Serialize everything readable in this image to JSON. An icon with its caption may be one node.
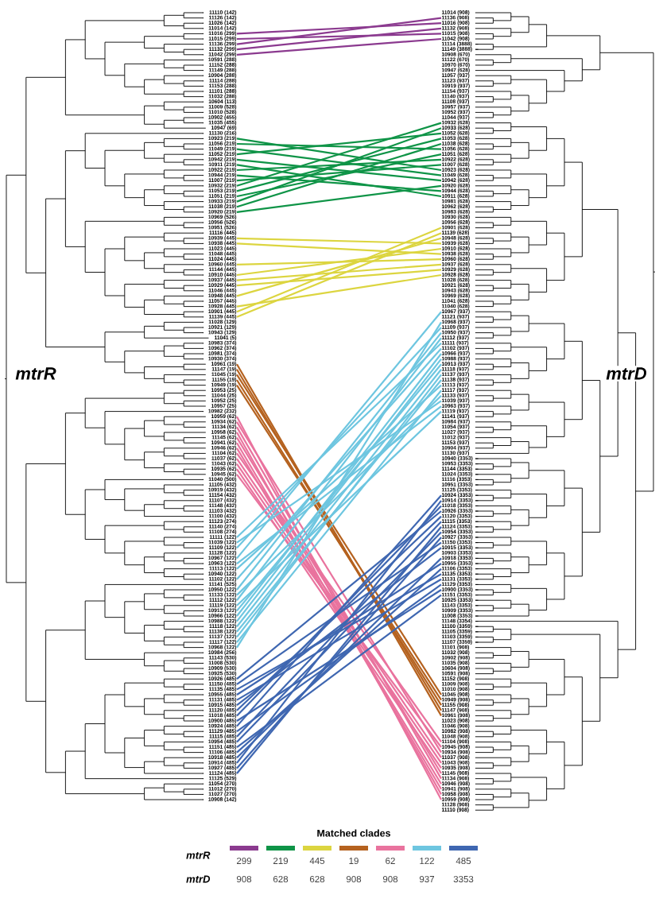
{
  "diagram": {
    "nodes": [
      {
        "text": [
          "11110 (142)"
        ]
      },
      {
        "text": [
          "11126 (142)"
        ]
      },
      {
        "text": [
          "11026 (142)"
        ]
      },
      {
        "text": [
          "11014 (142)"
        ]
      },
      {
        "text": [
          "11016 (299)"
        ]
      },
      {
        "text": [
          "11015 (299)"
        ]
      },
      {
        "text": [
          "11136 (299)"
        ]
      },
      {
        "text": [
          "11132 (299)"
        ]
      },
      {
        "text": [
          "11042 (299)"
        ]
      },
      {
        "text": [
          "10591 (288)"
        ]
      },
      {
        "text": [
          "11152 (288)"
        ]
      },
      {
        "text": [
          "11149 (288)"
        ]
      },
      {
        "text": [
          "10904 (288)"
        ]
      },
      {
        "text": [
          "11114 (288)"
        ]
      },
      {
        "text": [
          "11153 (288)"
        ]
      },
      {
        "text": [
          "11101 (288)"
        ]
      },
      {
        "text": [
          "11032 (288)"
        ]
      },
      {
        "text": [
          "10604 (113)"
        ]
      },
      {
        "text": [
          "11009 (528)"
        ]
      },
      {
        "text": [
          "11010 (528)"
        ]
      },
      {
        "text": [
          "10902 (455)"
        ]
      },
      {
        "text": [
          "11035 (455)"
        ]
      },
      {
        "text": [
          "10947 (69)"
        ]
      },
      {
        "text": [
          "11130 (216)"
        ]
      },
      {
        "text": [
          "10923 (219)"
        ]
      },
      {
        "text": [
          "11056 (219)"
        ]
      },
      {
        "text": [
          "11049 (219)"
        ]
      },
      {
        "text": [
          "11052 (219)"
        ]
      },
      {
        "text": [
          "10942 (219)"
        ]
      },
      {
        "text": [
          "10911 (219)"
        ]
      },
      {
        "text": [
          "10922 (219)"
        ]
      },
      {
        "text": [
          "10944 (219)"
        ]
      },
      {
        "text": [
          "11007 (219)"
        ]
      },
      {
        "text": [
          "10932 (219)"
        ]
      },
      {
        "text": [
          "11053 (219)"
        ]
      },
      {
        "text": [
          "11051 (219)"
        ]
      },
      {
        "text": [
          "10933 (219)"
        ]
      },
      {
        "text": [
          "11038 (219)"
        ]
      },
      {
        "text": [
          "10920 (219)"
        ]
      },
      {
        "text": [
          "10969 (526)"
        ]
      },
      {
        "text": [
          "10956 (526)"
        ]
      },
      {
        "text": [
          "10951 (526)"
        ]
      },
      {
        "text": [
          "11116 (445)"
        ]
      },
      {
        "text": [
          "10939 (445)"
        ]
      },
      {
        "text": [
          "10938 (445)"
        ]
      },
      {
        "text": [
          "11023 (445)"
        ]
      },
      {
        "text": [
          "11048 (445)"
        ]
      },
      {
        "text": [
          "11024 (445)"
        ]
      },
      {
        "text": [
          "10960 (445)"
        ]
      },
      {
        "text": [
          "11144 (445)"
        ]
      },
      {
        "text": [
          "10910 (445)"
        ]
      },
      {
        "text": [
          "10937 (445)"
        ]
      },
      {
        "text": [
          "10929 (445)"
        ]
      },
      {
        "text": [
          "11046 (445)"
        ]
      },
      {
        "text": [
          "10948 (445)"
        ]
      },
      {
        "text": [
          "11057 (445)"
        ]
      },
      {
        "text": [
          "10928 (445)"
        ]
      },
      {
        "text": [
          "10901 (445)"
        ]
      },
      {
        "text": [
          "11139 (445)"
        ]
      },
      {
        "text": [
          "11028 (129)"
        ]
      },
      {
        "text": [
          "10921 (129)"
        ]
      },
      {
        "text": [
          "10943 (129)"
        ]
      },
      {
        "text": [
          "11041 (5)"
        ]
      },
      {
        "text": [
          "10983 (374)"
        ]
      },
      {
        "text": [
          "10962 (374)"
        ]
      },
      {
        "text": [
          "10981 (374)"
        ]
      },
      {
        "text": [
          "10930 (374)"
        ]
      },
      {
        "text": [
          "10961 (19)"
        ]
      },
      {
        "text": [
          "11147 (19)"
        ]
      },
      {
        "text": [
          "11045 (19)"
        ]
      },
      {
        "text": [
          "11155 (19)"
        ]
      },
      {
        "text": [
          "10949 (19)"
        ]
      },
      {
        "text": [
          "10953 (25)"
        ]
      },
      {
        "text": [
          "11044 (25)"
        ]
      },
      {
        "text": [
          "10952 (25)"
        ]
      },
      {
        "text": [
          "10957 (25)"
        ]
      },
      {
        "text": [
          "10982 (232)"
        ]
      },
      {
        "text": [
          "10959 (62)"
        ]
      },
      {
        "text": [
          "10934 (62)"
        ]
      },
      {
        "text": [
          "11134 (62)"
        ]
      },
      {
        "text": [
          "10958 (62)"
        ]
      },
      {
        "text": [
          "11145 (62)"
        ]
      },
      {
        "text": [
          "10941 (62)"
        ]
      },
      {
        "text": [
          "10946 (62)"
        ]
      },
      {
        "text": [
          "11104 (62)"
        ]
      },
      {
        "text": [
          "11037 (62)"
        ]
      },
      {
        "text": [
          "11043 (62)"
        ]
      },
      {
        "text": [
          "10935 (62)"
        ]
      },
      {
        "text": [
          "10945 (62)"
        ]
      },
      {
        "text": [
          "11040 (500)"
        ]
      },
      {
        "text": [
          "11105 (432)"
        ]
      },
      {
        "text": [
          "10919 (432)"
        ]
      },
      {
        "text": [
          "11154 (432)"
        ]
      },
      {
        "text": [
          "11107 (432)"
        ]
      },
      {
        "text": [
          "11148 (432)"
        ]
      },
      {
        "text": [
          "11103 (432)"
        ]
      },
      {
        "text": [
          "11100 (432)"
        ]
      },
      {
        "text": [
          "11123 (274)"
        ]
      },
      {
        "text": [
          "11140 (274)"
        ]
      },
      {
        "text": [
          "11108 (274)"
        ]
      },
      {
        "text": [
          "11111 (122)"
        ]
      },
      {
        "text": [
          "11039 (122)"
        ]
      },
      {
        "text": [
          "11109 (122)"
        ]
      },
      {
        "text": [
          "11128 (122)"
        ]
      },
      {
        "text": [
          "10967 (122)"
        ]
      },
      {
        "text": [
          "10963 (122)"
        ]
      },
      {
        "text": [
          "11113 (122)"
        ]
      },
      {
        "text": [
          "10940 (122)"
        ]
      },
      {
        "text": [
          "11102 (122)"
        ]
      },
      {
        "text": [
          "11141 (525)"
        ]
      },
      {
        "text": [
          "10950 (122)"
        ]
      },
      {
        "text": [
          "11133 (122)"
        ]
      },
      {
        "text": [
          "11112 (122)"
        ]
      },
      {
        "text": [
          "11119 (122)"
        ]
      },
      {
        "text": [
          "10913 (122)"
        ]
      },
      {
        "text": [
          "10966 (122)"
        ]
      },
      {
        "text": [
          "10988 (122)"
        ]
      },
      {
        "text": [
          "11118 (122)"
        ]
      },
      {
        "text": [
          "11138 (122)"
        ]
      },
      {
        "text": [
          "11137 (122)"
        ]
      },
      {
        "text": [
          "11117 (122)"
        ]
      },
      {
        "text": [
          "10968 (122)"
        ]
      },
      {
        "text": [
          "10984 (256)"
        ]
      },
      {
        "text": [
          "11143 (530)"
        ]
      },
      {
        "text": [
          "11008 (530)"
        ]
      },
      {
        "text": [
          "10909 (530)"
        ]
      },
      {
        "text": [
          "10925 (530)"
        ]
      },
      {
        "text": [
          "10926 (485)"
        ]
      },
      {
        "text": [
          "11150 (485)"
        ]
      },
      {
        "text": [
          "11135 (485)"
        ]
      },
      {
        "text": [
          "10955 (485)"
        ]
      },
      {
        "text": [
          "11131 (485)"
        ]
      },
      {
        "text": [
          "10915 (485)"
        ]
      },
      {
        "text": [
          "11120 (485)"
        ]
      },
      {
        "text": [
          "11018 (485)"
        ]
      },
      {
        "text": [
          "10900 (485)"
        ]
      },
      {
        "text": [
          "10924 (485)"
        ]
      },
      {
        "text": [
          "11129 (485)"
        ]
      },
      {
        "text": [
          "11115 (485)"
        ]
      },
      {
        "text": [
          "10954 (485)"
        ]
      },
      {
        "text": [
          "11151 (485)"
        ]
      },
      {
        "text": [
          "11106 (485)"
        ]
      },
      {
        "text": [
          "10918 (485)"
        ]
      },
      {
        "text": [
          "10914 (485)"
        ]
      },
      {
        "text": [
          "10927 (485)"
        ]
      },
      {
        "text": [
          "11124 (485)"
        ]
      },
      {
        "text": [
          "11125 (529)"
        ]
      },
      {
        "text": [
          "11054 (270)"
        ]
      },
      {
        "text": [
          "11012 (270)"
        ]
      },
      {
        "text": [
          "11027 (270)"
        ]
      },
      {
        "text": [
          "10908 (142)"
        ]
      },
      {
        "text": [
          "11014 (908)"
        ]
      },
      {
        "text": [
          "11136 (908)"
        ]
      },
      {
        "text": [
          "11016 (908)"
        ]
      },
      {
        "text": [
          "11132 (908)"
        ]
      },
      {
        "text": [
          "11015 (908)"
        ]
      },
      {
        "text": [
          "11042 (908)"
        ]
      },
      {
        "text": [
          "11114 (3888)"
        ]
      },
      {
        "text": [
          "11149 (3888)"
        ]
      },
      {
        "text": [
          "10908 (670)"
        ]
      },
      {
        "text": [
          "11122 (670)"
        ]
      },
      {
        "text": [
          "10970 (670)"
        ]
      },
      {
        "text": [
          "10947 (628)"
        ]
      },
      {
        "text": [
          "11057 (937)"
        ]
      },
      {
        "text": [
          "11123 (937)"
        ]
      },
      {
        "text": [
          "10919 (937)"
        ]
      },
      {
        "text": [
          "11154 (937)"
        ]
      },
      {
        "text": [
          "11140 (937)"
        ]
      },
      {
        "text": [
          "11108 (937)"
        ]
      },
      {
        "text": [
          "10957 (937)"
        ]
      },
      {
        "text": [
          "10952 (937)"
        ]
      },
      {
        "text": [
          "11044 (937)"
        ]
      },
      {
        "text": [
          "10932 (628)"
        ]
      },
      {
        "text": [
          "10933 (628)"
        ]
      },
      {
        "text": [
          "11052 (628)"
        ]
      },
      {
        "text": [
          "11053 (628)"
        ]
      },
      {
        "text": [
          "11038 (628)"
        ]
      },
      {
        "text": [
          "11056 (628)"
        ]
      },
      {
        "text": [
          "11051 (628)"
        ]
      },
      {
        "text": [
          "10922 (628)"
        ]
      },
      {
        "text": [
          "11007 (628)"
        ]
      },
      {
        "text": [
          "10923 (628)"
        ]
      },
      {
        "text": [
          "11049 (628)"
        ]
      },
      {
        "text": [
          "10942 (628)"
        ]
      },
      {
        "text": [
          "10920 (628)"
        ]
      },
      {
        "text": [
          "10944 (628)"
        ]
      },
      {
        "text": [
          "10911 (628)"
        ]
      },
      {
        "text": [
          "10981 (628)"
        ]
      },
      {
        "text": [
          "10962 (628)"
        ]
      },
      {
        "text": [
          "10983 (628)"
        ]
      },
      {
        "text": [
          "10930 (628)"
        ]
      },
      {
        "text": [
          "10956 (628)"
        ]
      },
      {
        "text": [
          "10901 (628)"
        ]
      },
      {
        "text": [
          "11139 (628)"
        ]
      },
      {
        "text": [
          "10948 (628)"
        ]
      },
      {
        "text": [
          "10939 (628)"
        ]
      },
      {
        "text": [
          "10910 (628)"
        ]
      },
      {
        "text": [
          "10938 (628)"
        ]
      },
      {
        "text": [
          "10960 (628)"
        ]
      },
      {
        "text": [
          "10937 (628)"
        ]
      },
      {
        "text": [
          "10929 (628)"
        ]
      },
      {
        "text": [
          "10928 (628)"
        ]
      },
      {
        "text": [
          "11028 (628)"
        ]
      },
      {
        "text": [
          "10921 (628)"
        ]
      },
      {
        "text": [
          "10943 (628)"
        ]
      },
      {
        "text": [
          "10969 (628)"
        ]
      },
      {
        "text": [
          "11041 (628)"
        ]
      },
      {
        "text": [
          "11040 (628)"
        ]
      },
      {
        "text": [
          "10967 (937)"
        ]
      },
      {
        "text": [
          "11121 (937)"
        ]
      },
      {
        "text": [
          "10968 (937)"
        ]
      },
      {
        "text": [
          "11109 (937)"
        ]
      },
      {
        "text": [
          "10950 (937)"
        ]
      },
      {
        "text": [
          "11112 (937)"
        ]
      },
      {
        "text": [
          "11111 (937)"
        ]
      },
      {
        "text": [
          "11102 (937)"
        ]
      },
      {
        "text": [
          "10966 (937)"
        ]
      },
      {
        "text": [
          "10988 (937)"
        ]
      },
      {
        "text": [
          "10913 (937)"
        ]
      },
      {
        "text": [
          "11118 (937)"
        ]
      },
      {
        "text": [
          "11137 (937)"
        ]
      },
      {
        "text": [
          "11138 (937)"
        ]
      },
      {
        "text": [
          "11113 (937)"
        ]
      },
      {
        "text": [
          "11117 (937)"
        ]
      },
      {
        "text": [
          "11133 (937)"
        ]
      },
      {
        "text": [
          "11039 (937)"
        ]
      },
      {
        "text": [
          "10963 (937)"
        ]
      },
      {
        "text": [
          "11119 (937)"
        ]
      },
      {
        "text": [
          "11141 (937)"
        ]
      },
      {
        "text": [
          "10984 (937)"
        ]
      },
      {
        "text": [
          "11054 (937)"
        ]
      },
      {
        "text": [
          "11027 (937)"
        ]
      },
      {
        "text": [
          "11012 (937)"
        ]
      },
      {
        "text": [
          "11153 (937)"
        ]
      },
      {
        "text": [
          "10904 (937)"
        ]
      },
      {
        "text": [
          "11130 (937)"
        ]
      },
      {
        "text": [
          "10940 (3353)"
        ]
      },
      {
        "text": [
          "10953 (3353)"
        ]
      },
      {
        "text": [
          "11144 (3353)"
        ]
      },
      {
        "text": [
          "11024 (3353)"
        ]
      },
      {
        "text": [
          "11116 (3353)"
        ]
      },
      {
        "text": [
          "10951 (3353)"
        ]
      },
      {
        "text": [
          "11125 (3353)"
        ]
      },
      {
        "text": [
          "10924 (3353)"
        ]
      },
      {
        "text": [
          "10914 (3353)"
        ]
      },
      {
        "text": [
          "11018 (3353)"
        ]
      },
      {
        "text": [
          "10926 (3353)"
        ]
      },
      {
        "text": [
          "11120 (3353)"
        ]
      },
      {
        "text": [
          "11115 (3353)"
        ]
      },
      {
        "text": [
          "11124 (3353)"
        ]
      },
      {
        "text": [
          "10954 (3353)"
        ]
      },
      {
        "text": [
          "10927 (3353)"
        ]
      },
      {
        "text": [
          "11150 (3353)"
        ]
      },
      {
        "text": [
          "10915 (3353)"
        ]
      },
      {
        "text": [
          "10903 (3353)"
        ]
      },
      {
        "text": [
          "10918 (3353)"
        ]
      },
      {
        "text": [
          "10955 (3353)"
        ]
      },
      {
        "text": [
          "11106 (3353)"
        ]
      },
      {
        "text": [
          "11135 (3353)"
        ]
      },
      {
        "text": [
          "11131 (3353)"
        ]
      },
      {
        "text": [
          "11129 (3353)"
        ]
      },
      {
        "text": [
          "10900 (3353)"
        ]
      },
      {
        "text": [
          "11151 (3353)"
        ]
      },
      {
        "text": [
          "10925 (3353)"
        ]
      },
      {
        "text": [
          "11143 (3353)"
        ]
      },
      {
        "text": [
          "10909 (3353)"
        ]
      },
      {
        "text": [
          "11008 (3353)"
        ]
      },
      {
        "text": [
          "11148 (3354)"
        ]
      },
      {
        "text": [
          "11100 (3359)"
        ]
      },
      {
        "text": [
          "11105 (3359)"
        ]
      },
      {
        "text": [
          "11103 (3359)"
        ]
      },
      {
        "text": [
          "11107 (3359)"
        ]
      },
      {
        "text": [
          "11101 (908)"
        ]
      },
      {
        "text": [
          "11032 (908)"
        ]
      },
      {
        "text": [
          "10902 (908)"
        ]
      },
      {
        "text": [
          "11035 (908)"
        ]
      },
      {
        "text": [
          "10604 (908)"
        ]
      },
      {
        "text": [
          "10591 (908)"
        ]
      },
      {
        "text": [
          "11152 (908)"
        ]
      },
      {
        "text": [
          "11009 (908)"
        ]
      },
      {
        "text": [
          "11010 (908)"
        ]
      },
      {
        "text": [
          "11045 (908)"
        ]
      },
      {
        "text": [
          "10949 (908)"
        ]
      },
      {
        "text": [
          "11155 (908)"
        ]
      },
      {
        "text": [
          "11147 (908)"
        ]
      },
      {
        "text": [
          "10961 (908)"
        ]
      },
      {
        "text": [
          "11023 (908)"
        ]
      },
      {
        "text": [
          "11046 (908)"
        ]
      },
      {
        "text": [
          "10982 (908)"
        ]
      },
      {
        "text": [
          "11048 (908)"
        ]
      },
      {
        "text": [
          "11104 (908)"
        ]
      },
      {
        "text": [
          "10945 (908)"
        ]
      },
      {
        "text": [
          "10934 (908)"
        ]
      },
      {
        "text": [
          "11037 (908)"
        ]
      },
      {
        "text": [
          "11043 (908)"
        ]
      },
      {
        "text": [
          "10935 (908)"
        ]
      },
      {
        "text": [
          "11145 (908)"
        ]
      },
      {
        "text": [
          "11134 (908)"
        ]
      },
      {
        "text": [
          "10946 (908)"
        ]
      },
      {
        "text": [
          "10941 (908)"
        ]
      },
      {
        "text": [
          "10958 (908)"
        ]
      },
      {
        "text": [
          "10959 (908)"
        ]
      },
      {
        "text": [
          "11128 (908)"
        ]
      },
      {
        "text": [
          "11110 (908)"
        ]
      }
    ],
    "edges": [
      {
        "from": 4,
        "to": 153,
        "arrow": "none",
        "color": "#8b3a8f"
      },
      {
        "from": 5,
        "to": 155,
        "arrow": "none",
        "color": "#8b3a8f"
      },
      {
        "from": 6,
        "to": 152,
        "arrow": "none",
        "color": "#8b3a8f"
      },
      {
        "from": 7,
        "to": 154,
        "arrow": "none",
        "color": "#8b3a8f"
      },
      {
        "from": 8,
        "to": 156,
        "arrow": "none",
        "color": "#8b3a8f"
      },
      {
        "from": 24,
        "to": 181,
        "arrow": "none",
        "color": "#0f9447"
      },
      {
        "from": 25,
        "to": 177,
        "arrow": "none",
        "color": "#0f9447"
      },
      {
        "from": 26,
        "to": 182,
        "arrow": "none",
        "color": "#0f9447"
      },
      {
        "from": 27,
        "to": 174,
        "arrow": "none",
        "color": "#0f9447"
      },
      {
        "from": 28,
        "to": 183,
        "arrow": "none",
        "color": "#0f9447"
      },
      {
        "from": 29,
        "to": 186,
        "arrow": "none",
        "color": "#0f9447"
      },
      {
        "from": 30,
        "to": 179,
        "arrow": "none",
        "color": "#0f9447"
      },
      {
        "from": 31,
        "to": 185,
        "arrow": "none",
        "color": "#0f9447"
      },
      {
        "from": 32,
        "to": 180,
        "arrow": "none",
        "color": "#0f9447"
      },
      {
        "from": 33,
        "to": 172,
        "arrow": "none",
        "color": "#0f9447"
      },
      {
        "from": 34,
        "to": 175,
        "arrow": "none",
        "color": "#0f9447"
      },
      {
        "from": 35,
        "to": 178,
        "arrow": "none",
        "color": "#0f9447"
      },
      {
        "from": 36,
        "to": 173,
        "arrow": "none",
        "color": "#0f9447"
      },
      {
        "from": 37,
        "to": 176,
        "arrow": "none",
        "color": "#0f9447"
      },
      {
        "from": 38,
        "to": 184,
        "arrow": "none",
        "color": "#0f9447"
      },
      {
        "from": 43,
        "to": 195,
        "arrow": "none",
        "color": "#dcd540"
      },
      {
        "from": 44,
        "to": 197,
        "arrow": "none",
        "color": "#dcd540"
      },
      {
        "from": 48,
        "to": 198,
        "arrow": "none",
        "color": "#dcd540"
      },
      {
        "from": 50,
        "to": 196,
        "arrow": "none",
        "color": "#dcd540"
      },
      {
        "from": 51,
        "to": 199,
        "arrow": "none",
        "color": "#dcd540"
      },
      {
        "from": 52,
        "to": 200,
        "arrow": "none",
        "color": "#dcd540"
      },
      {
        "from": 54,
        "to": 194,
        "arrow": "none",
        "color": "#dcd540"
      },
      {
        "from": 56,
        "to": 201,
        "arrow": "none",
        "color": "#dcd540"
      },
      {
        "from": 57,
        "to": 192,
        "arrow": "none",
        "color": "#dcd540"
      },
      {
        "from": 58,
        "to": 193,
        "arrow": "none",
        "color": "#dcd540"
      },
      {
        "from": 67,
        "to": 285,
        "arrow": "none",
        "color": "#b5621f"
      },
      {
        "from": 68,
        "to": 284,
        "arrow": "none",
        "color": "#b5621f"
      },
      {
        "from": 69,
        "to": 281,
        "arrow": "none",
        "color": "#b5621f"
      },
      {
        "from": 70,
        "to": 283,
        "arrow": "none",
        "color": "#b5621f"
      },
      {
        "from": 71,
        "to": 282,
        "arrow": "none",
        "color": "#b5621f"
      },
      {
        "from": 77,
        "to": 301,
        "arrow": "none",
        "color": "#e9739e"
      },
      {
        "from": 78,
        "to": 292,
        "arrow": "none",
        "color": "#e9739e"
      },
      {
        "from": 79,
        "to": 297,
        "arrow": "none",
        "color": "#e9739e"
      },
      {
        "from": 80,
        "to": 300,
        "arrow": "none",
        "color": "#e9739e"
      },
      {
        "from": 81,
        "to": 296,
        "arrow": "none",
        "color": "#e9739e"
      },
      {
        "from": 82,
        "to": 299,
        "arrow": "none",
        "color": "#e9739e"
      },
      {
        "from": 83,
        "to": 298,
        "arrow": "none",
        "color": "#e9739e"
      },
      {
        "from": 84,
        "to": 290,
        "arrow": "none",
        "color": "#e9739e"
      },
      {
        "from": 85,
        "to": 293,
        "arrow": "none",
        "color": "#e9739e"
      },
      {
        "from": 86,
        "to": 294,
        "arrow": "none",
        "color": "#e9739e"
      },
      {
        "from": 87,
        "to": 295,
        "arrow": "none",
        "color": "#e9739e"
      },
      {
        "from": 88,
        "to": 291,
        "arrow": "none",
        "color": "#e9739e"
      },
      {
        "from": 100,
        "to": 214,
        "arrow": "none",
        "color": "#6ec6e0"
      },
      {
        "from": 101,
        "to": 225,
        "arrow": "none",
        "color": "#6ec6e0"
      },
      {
        "from": 102,
        "to": 211,
        "arrow": "none",
        "color": "#6ec6e0"
      },
      {
        "from": 104,
        "to": 208,
        "arrow": "none",
        "color": "#6ec6e0"
      },
      {
        "from": 105,
        "to": 226,
        "arrow": "none",
        "color": "#6ec6e0"
      },
      {
        "from": 106,
        "to": 222,
        "arrow": "none",
        "color": "#6ec6e0"
      },
      {
        "from": 108,
        "to": 215,
        "arrow": "none",
        "color": "#6ec6e0"
      },
      {
        "from": 110,
        "to": 212,
        "arrow": "none",
        "color": "#6ec6e0"
      },
      {
        "from": 111,
        "to": 224,
        "arrow": "none",
        "color": "#6ec6e0"
      },
      {
        "from": 112,
        "to": 213,
        "arrow": "none",
        "color": "#6ec6e0"
      },
      {
        "from": 113,
        "to": 227,
        "arrow": "none",
        "color": "#6ec6e0"
      },
      {
        "from": 114,
        "to": 218,
        "arrow": "none",
        "color": "#6ec6e0"
      },
      {
        "from": 115,
        "to": 216,
        "arrow": "none",
        "color": "#6ec6e0"
      },
      {
        "from": 116,
        "to": 217,
        "arrow": "none",
        "color": "#6ec6e0"
      },
      {
        "from": 117,
        "to": 219,
        "arrow": "none",
        "color": "#6ec6e0"
      },
      {
        "from": 118,
        "to": 221,
        "arrow": "none",
        "color": "#6ec6e0"
      },
      {
        "from": 119,
        "to": 220,
        "arrow": "none",
        "color": "#6ec6e0"
      },
      {
        "from": 120,
        "to": 223,
        "arrow": "none",
        "color": "#6ec6e0"
      },
      {
        "from": 121,
        "to": 210,
        "arrow": "none",
        "color": "#6ec6e0"
      },
      {
        "from": 127,
        "to": 246,
        "arrow": "none",
        "color": "#3f67b1"
      },
      {
        "from": 128,
        "to": 252,
        "arrow": "none",
        "color": "#3f67b1"
      },
      {
        "from": 129,
        "to": 258,
        "arrow": "none",
        "color": "#3f67b1"
      },
      {
        "from": 130,
        "to": 256,
        "arrow": "none",
        "color": "#3f67b1"
      },
      {
        "from": 131,
        "to": 259,
        "arrow": "none",
        "color": "#3f67b1"
      },
      {
        "from": 132,
        "to": 253,
        "arrow": "none",
        "color": "#3f67b1"
      },
      {
        "from": 133,
        "to": 247,
        "arrow": "none",
        "color": "#3f67b1"
      },
      {
        "from": 134,
        "to": 245,
        "arrow": "none",
        "color": "#3f67b1"
      },
      {
        "from": 135,
        "to": 261,
        "arrow": "none",
        "color": "#3f67b1"
      },
      {
        "from": 136,
        "to": 243,
        "arrow": "none",
        "color": "#3f67b1"
      },
      {
        "from": 137,
        "to": 260,
        "arrow": "none",
        "color": "#3f67b1"
      },
      {
        "from": 138,
        "to": 248,
        "arrow": "none",
        "color": "#3f67b1"
      },
      {
        "from": 139,
        "to": 250,
        "arrow": "none",
        "color": "#3f67b1"
      },
      {
        "from": 140,
        "to": 262,
        "arrow": "none",
        "color": "#3f67b1"
      },
      {
        "from": 141,
        "to": 257,
        "arrow": "none",
        "color": "#3f67b1"
      },
      {
        "from": 142,
        "to": 255,
        "arrow": "none",
        "color": "#3f67b1"
      },
      {
        "from": 143,
        "to": 244,
        "arrow": "none",
        "color": "#3f67b1"
      },
      {
        "from": 144,
        "to": 251,
        "arrow": "none",
        "color": "#3f67b1"
      },
      {
        "from": 145,
        "to": 249,
        "arrow": "none",
        "color": "#3f67b1"
      }
    ],
    "labels": [
      "mtrR",
      "mtrD",
      "Matched clades",
      "mtrR",
      "mtrD",
      "908",
      "628",
      "628",
      "908",
      "908",
      "937",
      "3353"
    ],
    "legend": [
      {
        "text": "299",
        "color": "#8b3a8f"
      },
      {
        "text": "219",
        "color": "#0f9447"
      },
      {
        "text": "445",
        "color": "#dcd540"
      },
      {
        "text": "19",
        "color": "#b5621f"
      },
      {
        "text": "62",
        "color": "#e9739e"
      },
      {
        "text": "122",
        "color": "#6ec6e0"
      },
      {
        "text": "485",
        "color": "#3f67b1"
      }
    ]
  }
}
